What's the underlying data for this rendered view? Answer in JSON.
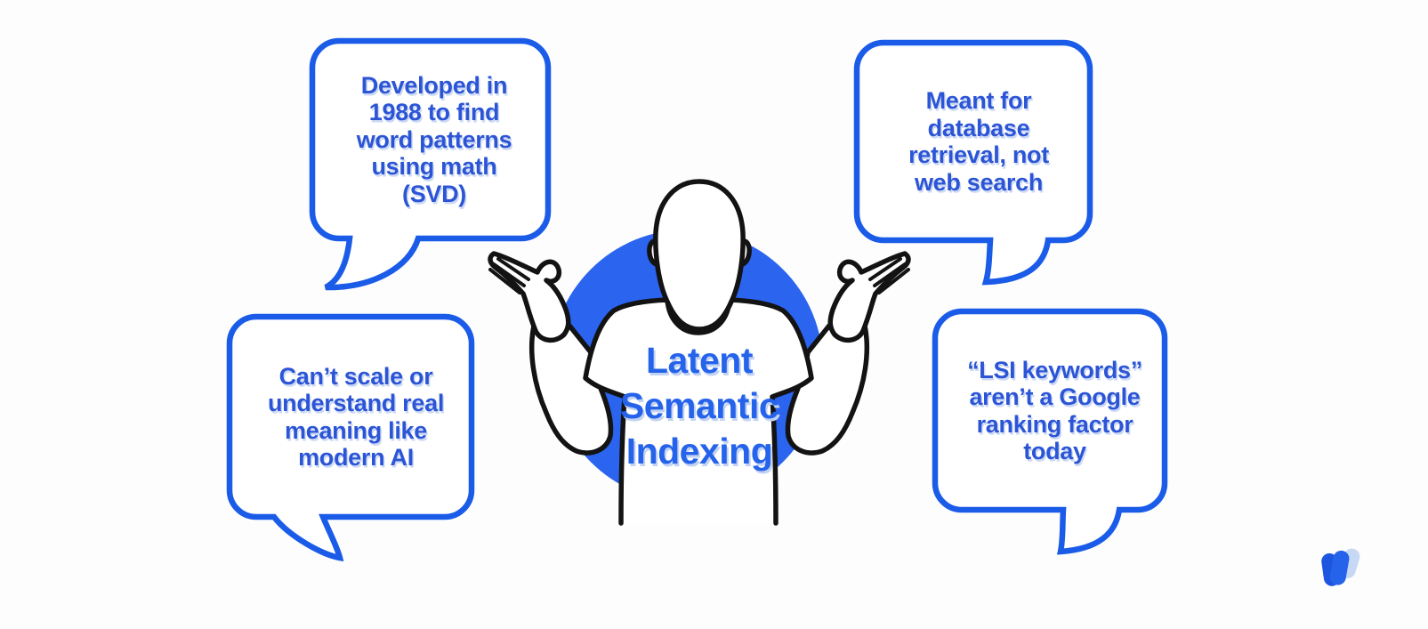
{
  "colors": {
    "background": "#fdfdfd",
    "accent": "#1a5ce8",
    "bubble_text": "#2c55d6",
    "shirt_text": "#2563eb",
    "circle": "#2b64ee",
    "outline": "#131313",
    "logo_dark": "#1b55e0",
    "logo_mid": "#2563eb",
    "logo_light": "#c7d8f5"
  },
  "figure": {
    "shirt_lines": [
      "Latent",
      "Semantic",
      "Indexing"
    ]
  },
  "bubbles": [
    {
      "position": "top-left",
      "lines": [
        "Developed in",
        "1988 to find",
        "word patterns",
        "using math",
        "(SVD)"
      ]
    },
    {
      "position": "top-right",
      "lines": [
        "Meant for",
        "database",
        "retrieval, not",
        "web search"
      ]
    },
    {
      "position": "bottom-left",
      "lines": [
        "Can’t scale or",
        "understand real",
        "meaning like",
        "modern AI"
      ]
    },
    {
      "position": "bottom-right",
      "lines": [
        "“LSI keywords”",
        "aren’t a Google",
        "ranking factor",
        "today"
      ]
    }
  ],
  "logo": {
    "shape": "w-mark"
  }
}
